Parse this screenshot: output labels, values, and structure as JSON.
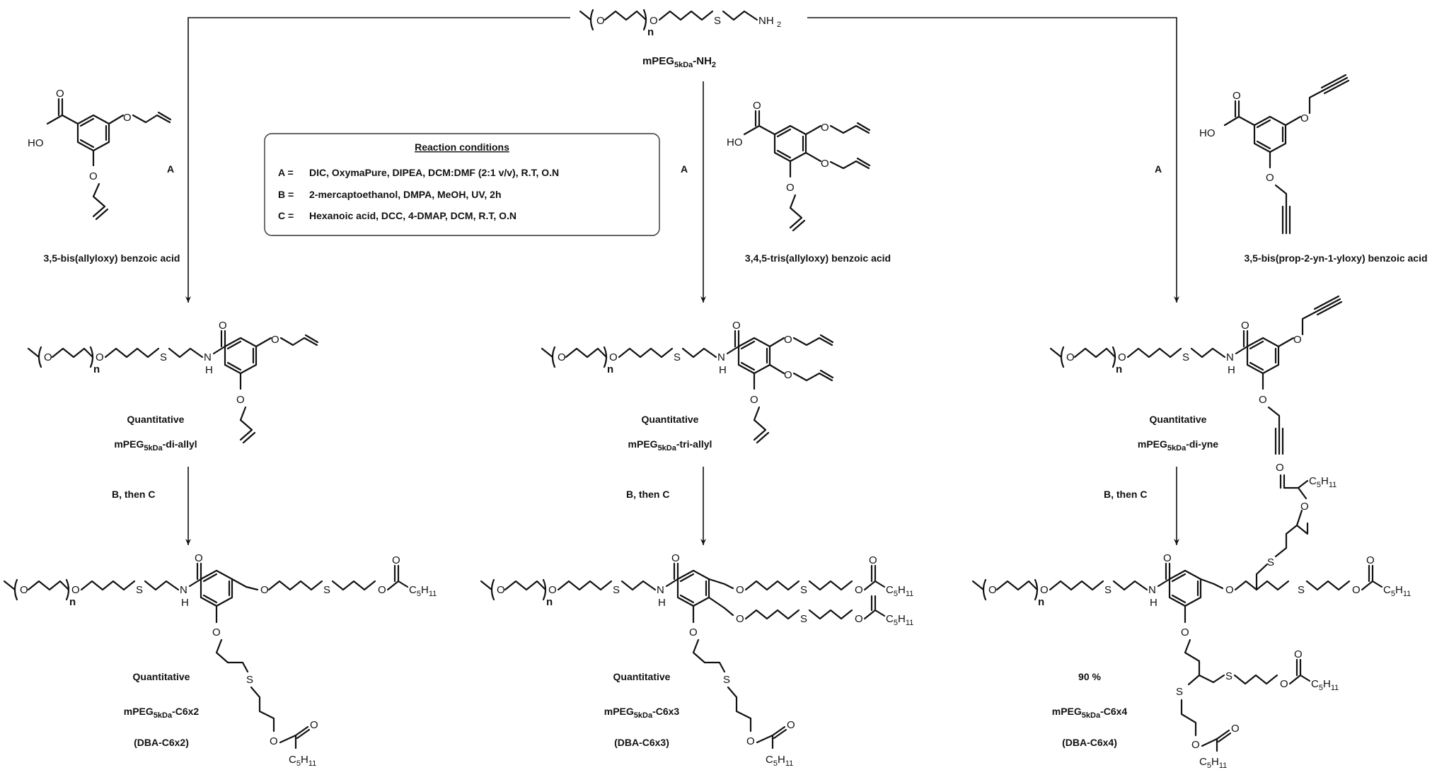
{
  "start_material": {
    "name": "mPEG",
    "subscript": "5kDa",
    "suffix": "-NH",
    "suffix_sub": "2",
    "n_label": "n",
    "end_group": "NH",
    "end_sub": "2"
  },
  "reagents": {
    "diallyl": "3,5-bis(allyloxy) benzoic acid",
    "triallyl": "3,4,5-tris(allyloxy) benzoic acid",
    "diyne": "3,5-bis(prop-2-yn-1-yloxy) benzoic acid",
    "ho": "HO"
  },
  "arrow_labels": {
    "step_a": "A",
    "step_bc": "B, then C"
  },
  "conditions": {
    "title": "Reaction conditions",
    "rows": [
      {
        "key": "A =",
        "text": "DIC, OxymaPure, DIPEA, DCM:DMF (2:1 v/v), R.T, O.N"
      },
      {
        "key": "B =",
        "text": "2-mercaptoethanol, DMPA, MeOH, UV, 2h"
      },
      {
        "key": "C =",
        "text": "Hexanoic acid, DCC, 4-DMAP, DCM, R.T, O.N"
      }
    ]
  },
  "intermediates": [
    {
      "yield": "Quantitative",
      "name": "mPEG",
      "subscript": "5kDa",
      "suffix": "-di-allyl"
    },
    {
      "yield": "Quantitative",
      "name": "mPEG",
      "subscript": "5kDa",
      "suffix": "-tri-allyl"
    },
    {
      "yield": "Quantitative",
      "name": "mPEG",
      "subscript": "5kDa",
      "suffix": "-di-yne"
    }
  ],
  "products": [
    {
      "yield": "Quantitative",
      "name": "mPEG",
      "subscript": "5kDa",
      "suffix": "-C6x2",
      "alias": "(DBA-C6x2)"
    },
    {
      "yield": "Quantitative",
      "name": "mPEG",
      "subscript": "5kDa",
      "suffix": "-C6x3",
      "alias": "(DBA-C6x3)"
    },
    {
      "yield": "90 %",
      "name": "mPEG",
      "subscript": "5kDa",
      "suffix": "-C6x4",
      "alias": "(DBA-C6x4)"
    }
  ],
  "atoms": {
    "O": "O",
    "S": "S",
    "N": "N",
    "H": "H",
    "n": "n",
    "C": "C",
    "c_sub": "5",
    "h": "H",
    "h_sub": "11"
  }
}
